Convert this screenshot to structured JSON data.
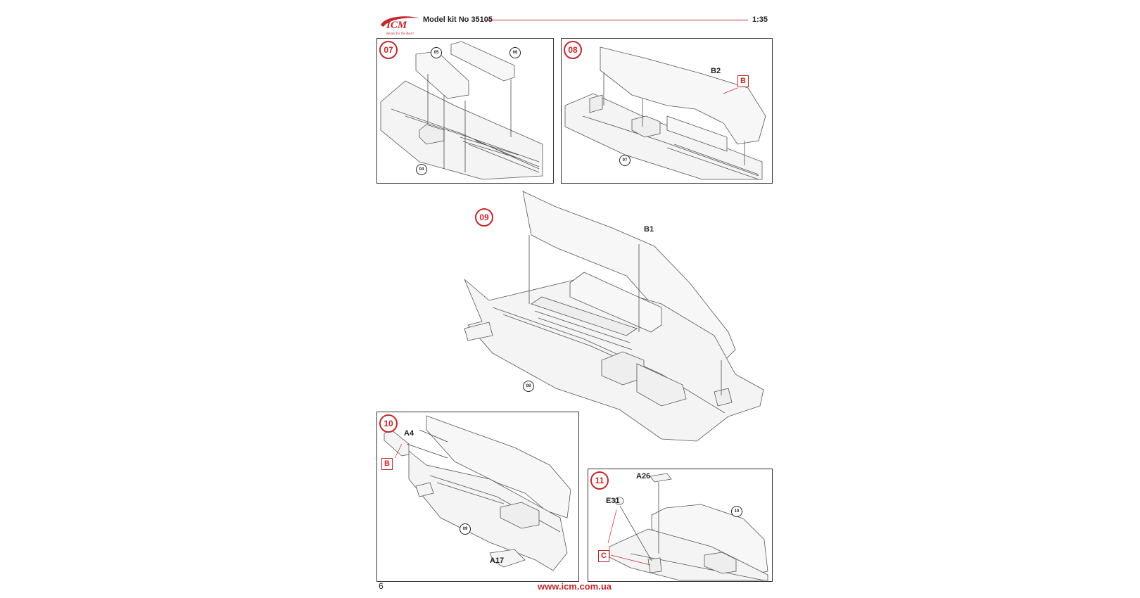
{
  "header": {
    "logo_text": "ICM",
    "logo_tagline": "Ready for the Real!",
    "kit_title": "Model kit No 35105",
    "scale": "1:35",
    "brand_color": "#c0282d"
  },
  "steps": {
    "s07": {
      "number": "07",
      "refs": [
        "05",
        "06",
        "04"
      ]
    },
    "s08": {
      "number": "08",
      "parts": [
        "B2"
      ],
      "markers": [
        "B"
      ],
      "refs": [
        "07"
      ]
    },
    "s09": {
      "number": "09",
      "parts": [
        "B1"
      ],
      "refs": [
        "08"
      ]
    },
    "s10": {
      "number": "10",
      "parts": [
        "A4",
        "A17"
      ],
      "markers": [
        "B"
      ],
      "refs": [
        "09"
      ]
    },
    "s11": {
      "number": "11",
      "parts": [
        "A26",
        "E31"
      ],
      "markers": [
        "C"
      ],
      "refs": [
        "10"
      ]
    }
  },
  "footer": {
    "page_number": "6",
    "website": "www.icm.com.ua"
  }
}
